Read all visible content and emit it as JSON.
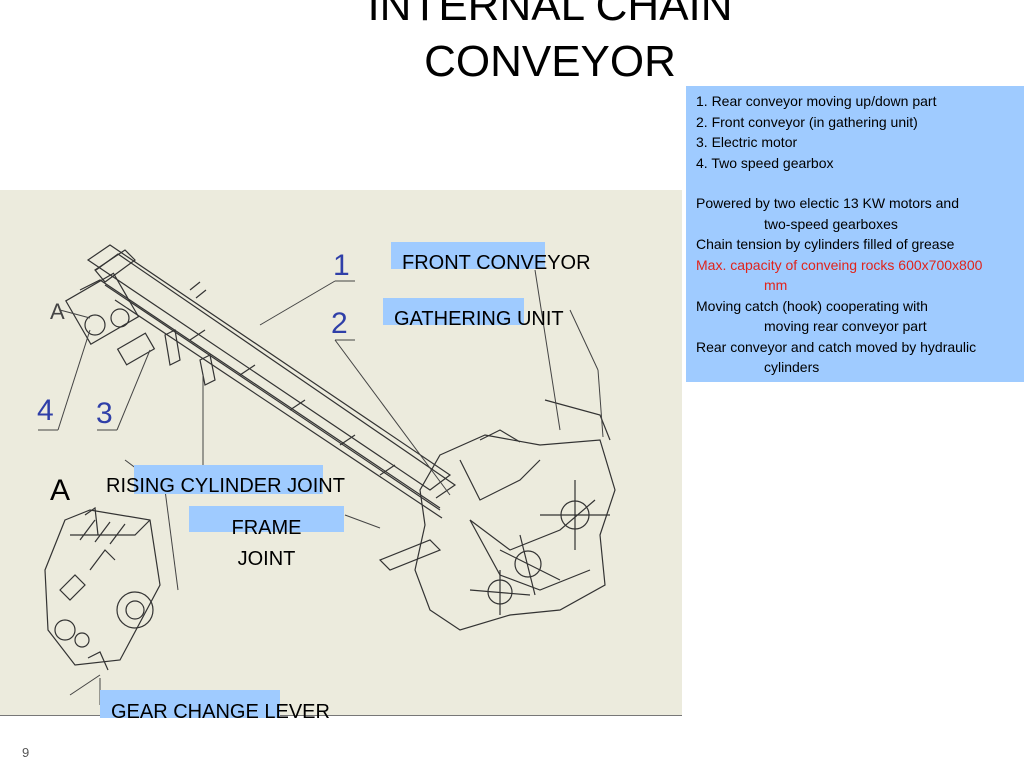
{
  "slide": {
    "title_line1": "INTERNAL CHAIN",
    "title_line2": "CONVEYOR",
    "page_number": "9"
  },
  "notes": {
    "items": [
      "1. Rear conveyor moving up/down part",
      "2. Front conveyor (in gathering unit)",
      "3. Electric motor",
      "4. Two speed gearbox"
    ],
    "powered_line1": "Powered by two electic 13 KW motors and",
    "powered_line2": "two-speed gearboxes",
    "chain_tension": "Chain tension by cylinders filled of grease",
    "max_capacity_line1": "Max. capacity of conveing rocks 600x700x800",
    "max_capacity_line2": "mm",
    "moving_catch_line1": "Moving catch (hook) cooperating with",
    "moving_catch_line2": "moving rear conveyor part",
    "rear_conveyor_line1": "Rear conveyor and catch moved by hydraulic",
    "rear_conveyor_line2": "cylinders",
    "highlight_color": "#e0241b",
    "box_color": "#9fcbff"
  },
  "figure": {
    "callouts": {
      "n1": "1",
      "n2": "2",
      "n3": "3",
      "n4": "4",
      "a_small": "A",
      "a_large": "A"
    },
    "labels": {
      "front_conveyor": "FRONT CONVEYOR",
      "gathering_unit": "GATHERING UNIT",
      "rising_cylinder_joint": "RISING CYLINDER JOINT",
      "frame_joint_line1": "FRAME",
      "frame_joint_line2": "JOINT",
      "gear_change_lever": "GEAR CHANGE LEVER"
    }
  }
}
